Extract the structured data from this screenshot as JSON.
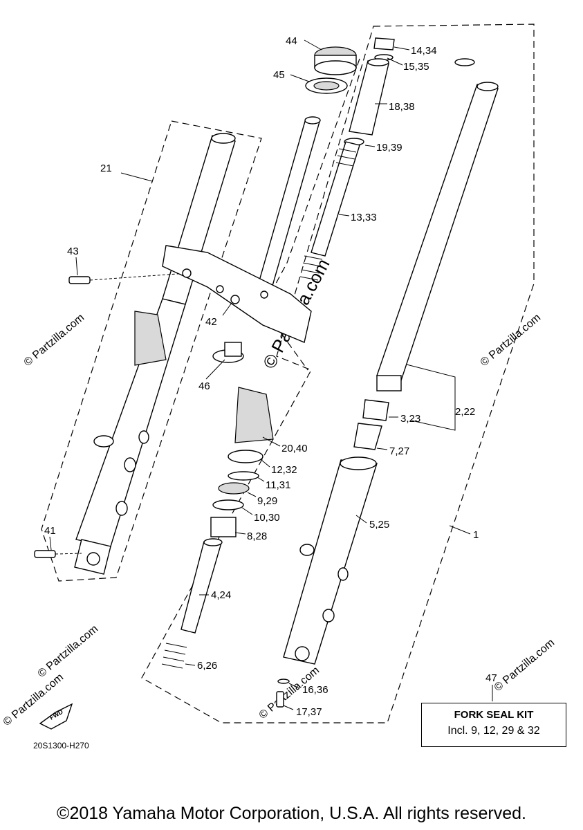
{
  "diagram": {
    "callouts": {
      "c44": "44",
      "c45": "45",
      "c1434": "14,34",
      "c1535": "15,35",
      "c1838": "18,38",
      "c1939": "19,39",
      "c21": "21",
      "c1333": "13,33",
      "c43": "43",
      "c42": "42",
      "c46": "46",
      "c222": "2,22",
      "c323": "3,23",
      "c727": "7,27",
      "c2040": "20,40",
      "c1232": "12,32",
      "c1131": "11,31",
      "c929": "9,29",
      "c1030": "10,30",
      "c525": "5,25",
      "c828": "8,28",
      "c1": "1",
      "c41": "41",
      "c424": "4,24",
      "c626": "6,26",
      "c47": "47",
      "c1636": "16,36",
      "c1737": "17,37"
    },
    "watermark": "© Partzilla.com",
    "direction_label": "FWD",
    "figure_code": "20S1300-H270"
  },
  "kit": {
    "title": "FORK SEAL KIT",
    "description": "Incl. 9, 12, 29 & 32"
  },
  "footer": {
    "copyright": "©2018 Yamaha Motor Corporation, U.S.A. All rights reserved."
  }
}
